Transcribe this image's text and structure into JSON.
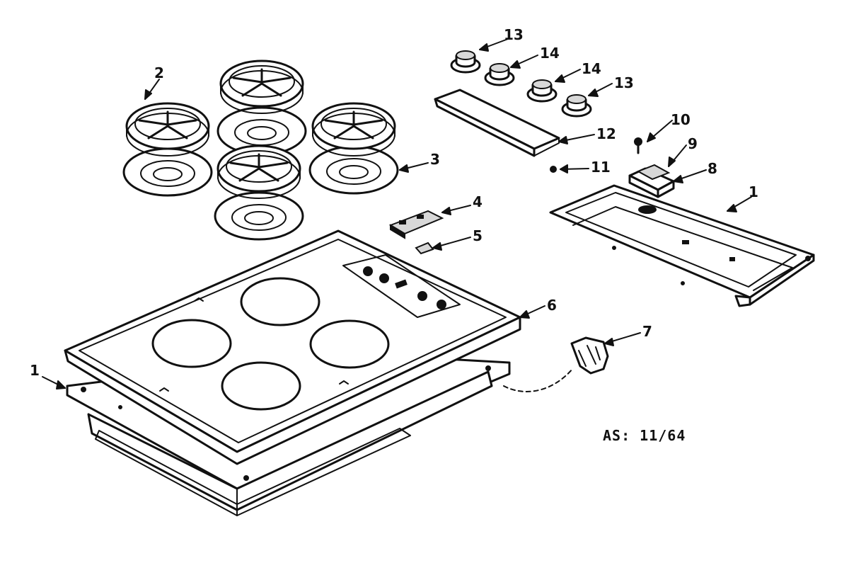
{
  "diagram": {
    "drawing_code": "AS: 11/64",
    "callouts": [
      "1",
      "2",
      "3",
      "4",
      "5",
      "6",
      "7",
      "8",
      "9",
      "10",
      "11",
      "12",
      "13",
      "14",
      "14",
      "13",
      "1"
    ],
    "parts": [
      "cooktop-pan-left",
      "burner-grates",
      "drip-pans",
      "control-bracket",
      "clip",
      "cooktop-top",
      "wire-connector",
      "switch-housing",
      "switch-cap",
      "screw",
      "small-screw",
      "control-panel-trim",
      "control-knobs",
      "cooktop-pan-right"
    ]
  }
}
